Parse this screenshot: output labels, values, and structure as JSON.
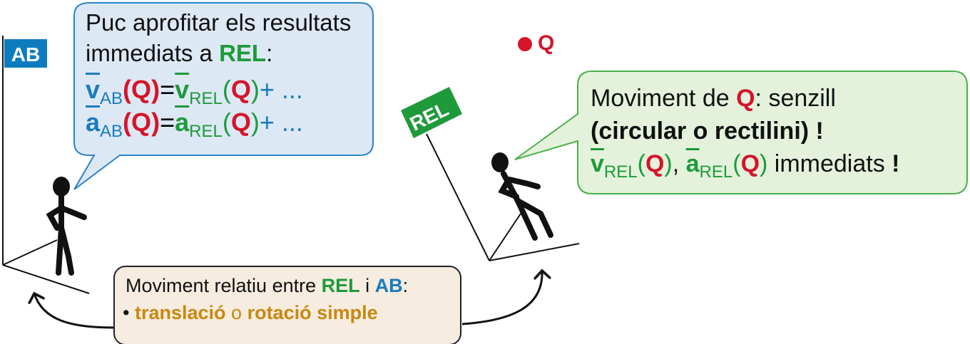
{
  "flags": {
    "ab": {
      "label": "AB",
      "color": "#0f7bbf"
    },
    "rel": {
      "label": "REL",
      "color": "#1e9a3a"
    }
  },
  "point_q": {
    "label": "Q",
    "color": "#d4152a"
  },
  "bubble_blue": {
    "line1": "Puc aprofitar els resultats",
    "line2_prefix": "immediats a ",
    "line2_rel": "REL",
    "line2_suffix": ":",
    "eq_v": {
      "sym": "v",
      "sub1": "AB",
      "q": "Q",
      "eq": "=",
      "sub2": "REL",
      "plus": "+ ..."
    },
    "eq_a": {
      "sym": "a",
      "sub1": "AB",
      "q": "Q",
      "eq": "=",
      "sub2": "REL",
      "plus": "+ ..."
    },
    "fill": "#dde8f5",
    "stroke": "#2a83c9"
  },
  "bubble_green": {
    "line1_prefix": "Moviment de ",
    "line1_q": "Q",
    "line1_suffix": ": senzill",
    "line2": "(circular o rectilini)",
    "line2_mark": "!",
    "line3_v": "v",
    "line3_sub": "REL",
    "line3_q": "Q",
    "line3_comma": ", ",
    "line3_a": "a",
    "line3_sub2": "REL",
    "line3_q2": "Q",
    "line3_tail": " immediats ",
    "line3_mark": "!",
    "fill": "#e4f2dc",
    "stroke": "#4bb04a"
  },
  "box_tan": {
    "line1_prefix": "Moviment relatiu entre ",
    "line1_rel": "REL",
    "line1_i": " i ",
    "line1_ab": "AB",
    "line1_colon": ":",
    "bullet": "•",
    "line2_a": "translació",
    "line2_o": " o ",
    "line2_b": "rotació simple",
    "fill": "#f6ece0",
    "stroke": "#222222"
  }
}
